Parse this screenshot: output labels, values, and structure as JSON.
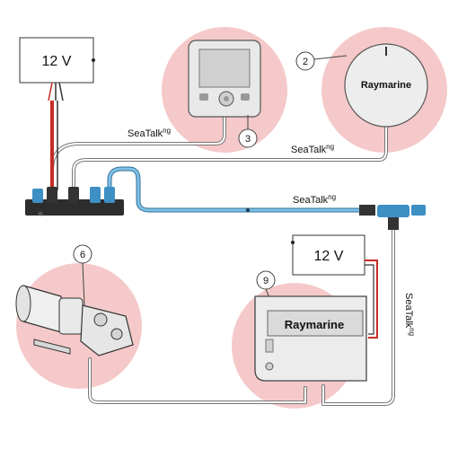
{
  "diagram": {
    "power_supply_top": {
      "label": "12 V"
    },
    "power_supply_right": {
      "label": "12 V"
    },
    "brand": {
      "compass_logo": "Raymarine",
      "computer_logo": "Raymarine"
    },
    "callouts": {
      "display": "3",
      "compass": "2",
      "pump": "6",
      "course_computer": "9"
    },
    "cable_labels": {
      "display_cable": {
        "main": "SeaTalk",
        "sup": "ng"
      },
      "compass_cable": {
        "main": "SeaTalk",
        "sup": "ng"
      },
      "backbone": {
        "main": "SeaTalk",
        "sup": "ng"
      },
      "vertical_drop": {
        "main": "SeaTalk",
        "sup": "ng"
      }
    },
    "colors": {
      "highlight": "#f5c9c9",
      "backbone": "#5aa4cf",
      "connector_blue": "#3d8fc4",
      "power_red": "#d0342c",
      "cable_grey": "#9a9a9a"
    }
  }
}
